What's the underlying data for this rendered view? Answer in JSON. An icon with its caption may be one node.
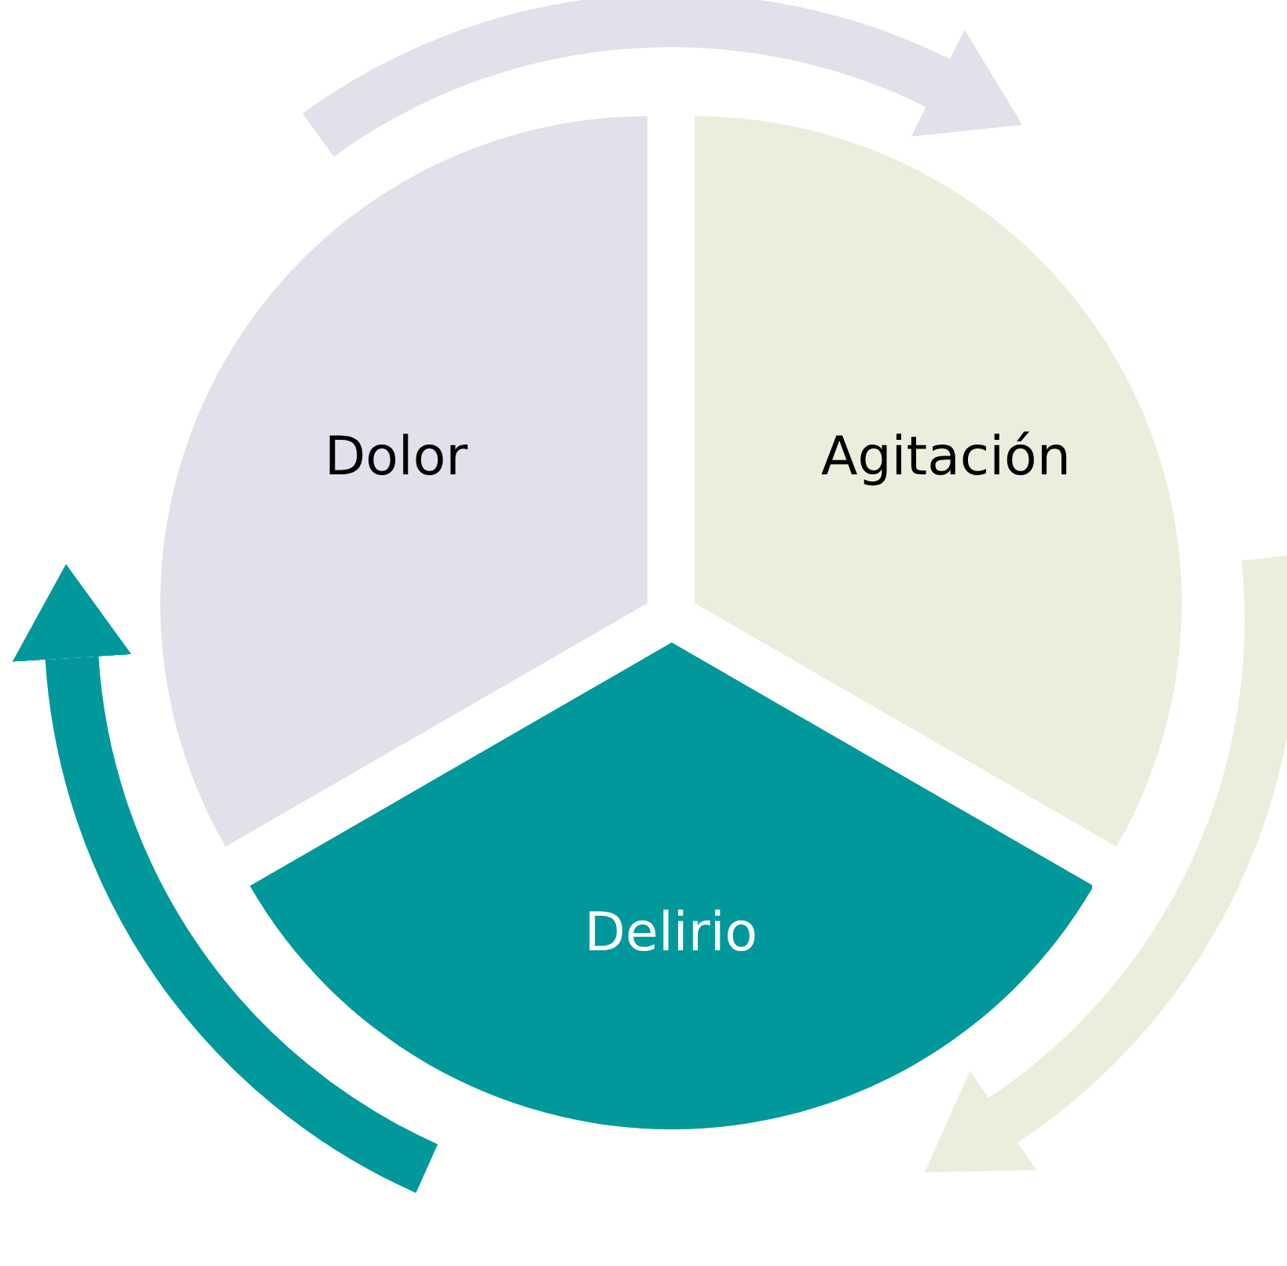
{
  "diagram": {
    "nodes": [
      {
        "text": [
          "Dolor"
        ]
      },
      {
        "text": [
          "Agitación"
        ]
      },
      {
        "text": [
          "Delirio"
        ]
      }
    ],
    "edges": [
      {
        "from": 0,
        "to": 1,
        "arrow": "to",
        "color": "#e3dfeb"
      },
      {
        "from": 1,
        "to": 2,
        "arrow": "to",
        "color": "#eaeedd"
      },
      {
        "from": 2,
        "to": 0,
        "arrow": "to",
        "color": "#00989a"
      }
    ]
  }
}
